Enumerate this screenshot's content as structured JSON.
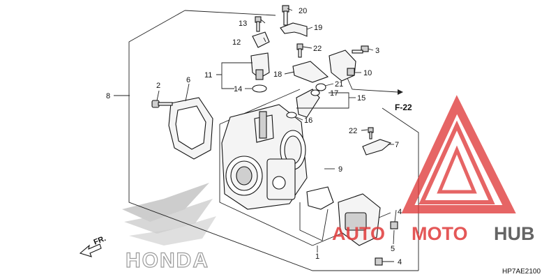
{
  "diagram": {
    "callouts": {
      "c1": "1",
      "c2": "2",
      "c3": "3",
      "c4a": "4",
      "c4b": "4",
      "c5": "5",
      "c6": "6",
      "c7": "7",
      "c8": "8",
      "c9": "9",
      "c10": "10",
      "c11": "11",
      "c12": "12",
      "c13": "13",
      "c14": "14",
      "c15": "15",
      "c16": "16",
      "c17": "17",
      "c18": "18",
      "c19": "19",
      "c20": "20",
      "c21": "21",
      "c22a": "22",
      "c22b": "22"
    },
    "ref_label": "F-22",
    "direction_label": "FR.",
    "brand_mark": "HONDA",
    "diagram_code": "HP7AE2100"
  },
  "watermark": {
    "text_auto": "AUTO",
    "text_moto": "MOTO",
    "text_hub": "HUB",
    "color_red": "#e03a3a",
    "color_gray": "#555555"
  }
}
